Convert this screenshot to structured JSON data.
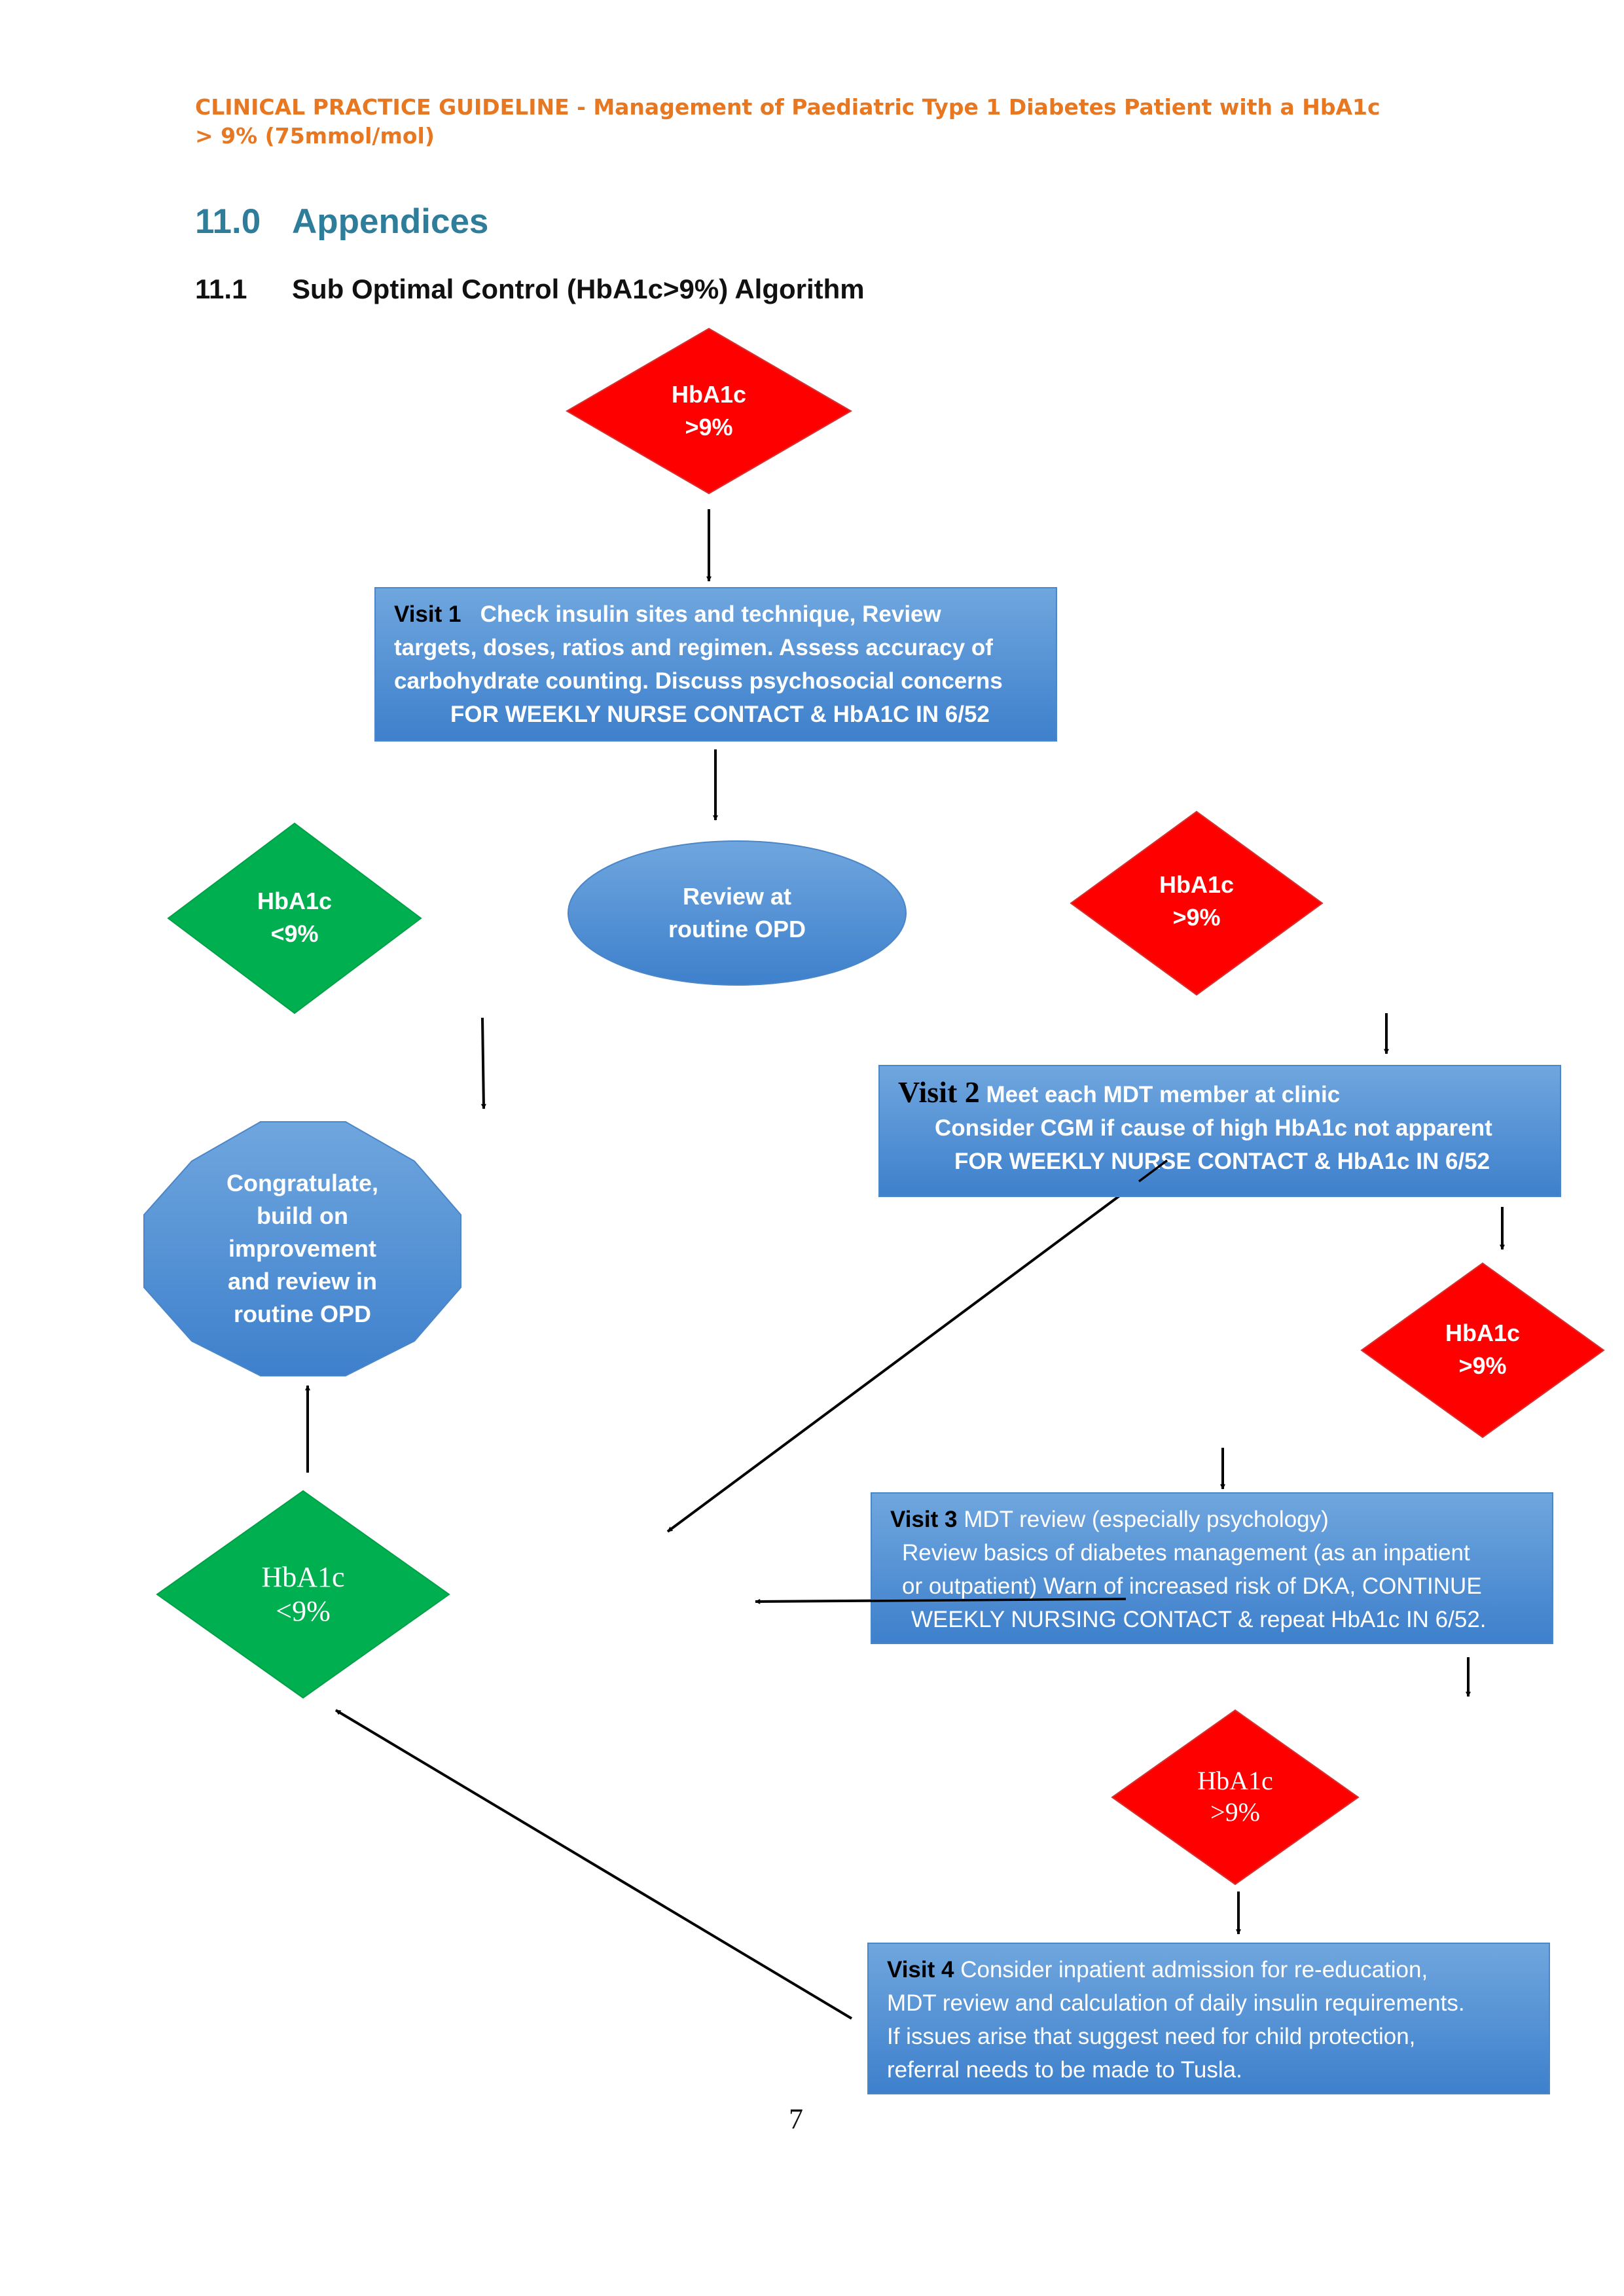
{
  "header": {
    "line1": "CLINICAL PRACTICE GUIDELINE -  Management of Paediatric Type 1 Diabetes Patient with a HbA1c",
    "line2": "> 9% (75mmol/mol)"
  },
  "section": {
    "number": "11.0",
    "title": "Appendices"
  },
  "subsection": {
    "number": "11.1",
    "title": "Sub Optimal Control (HbA1c>9%) Algorithm"
  },
  "nodes": {
    "d_top": {
      "line1": "HbA1c",
      "line2": ">9%"
    },
    "visit1": {
      "key": "Visit 1",
      "line1": "   Check insulin sites and technique, Review",
      "line2": "targets, doses, ratios and regimen. Assess accuracy of",
      "line3": "carbohydrate counting. Discuss psychosocial concerns",
      "line4": "FOR WEEKLY NURSE CONTACT & HbA1C IN 6/52"
    },
    "d_green1": {
      "line1": "HbA1c",
      "line2": "<9%"
    },
    "review_opd": {
      "line1": "Review at",
      "line2": "routine OPD"
    },
    "d_red2": {
      "line1": "HbA1c",
      "line2": ">9%"
    },
    "visit2": {
      "key": "Visit 2",
      "line1": " Meet each MDT member at clinic",
      "line2": "Consider CGM if cause of high HbA1c not apparent",
      "line3": "FOR WEEKLY NURSE CONTACT & HbA1c IN 6/52"
    },
    "congratulate": {
      "line1": "Congratulate,",
      "line2": "build on",
      "line3": "improvement",
      "line4": "and review in",
      "line5": "routine OPD"
    },
    "d_red3": {
      "line1": "HbA1c",
      "line2": ">9%"
    },
    "visit3": {
      "key": "Visit 3",
      "line1": " MDT review (especially psychology)",
      "line2": "Review basics of diabetes management  (as an inpatient",
      "line3": "or outpatient) Warn of increased risk of DKA, CONTINUE",
      "line4": "WEEKLY  NURSING CONTACT  & repeat HbA1c IN 6/52."
    },
    "d_green2": {
      "line1": "HbA1c",
      "line2": "<9%"
    },
    "d_red4": {
      "line1": "HbA1c",
      "line2": ">9%"
    },
    "visit4": {
      "key": "Visit 4",
      "line1": " Consider inpatient admission for re-education,",
      "line2": "MDT review and calculation of daily insulin requirements.",
      "line3": "If issues arise that suggest need for child protection,",
      "line4": "referral needs to be made to Tusla."
    }
  },
  "colors": {
    "header_orange": "#E87722",
    "heading_teal": "#2E7D9B",
    "red": "#FF0000",
    "green": "#00B050",
    "blue_top": "#6FA6DE",
    "blue_bottom": "#3E80CC"
  },
  "page_number": "7"
}
